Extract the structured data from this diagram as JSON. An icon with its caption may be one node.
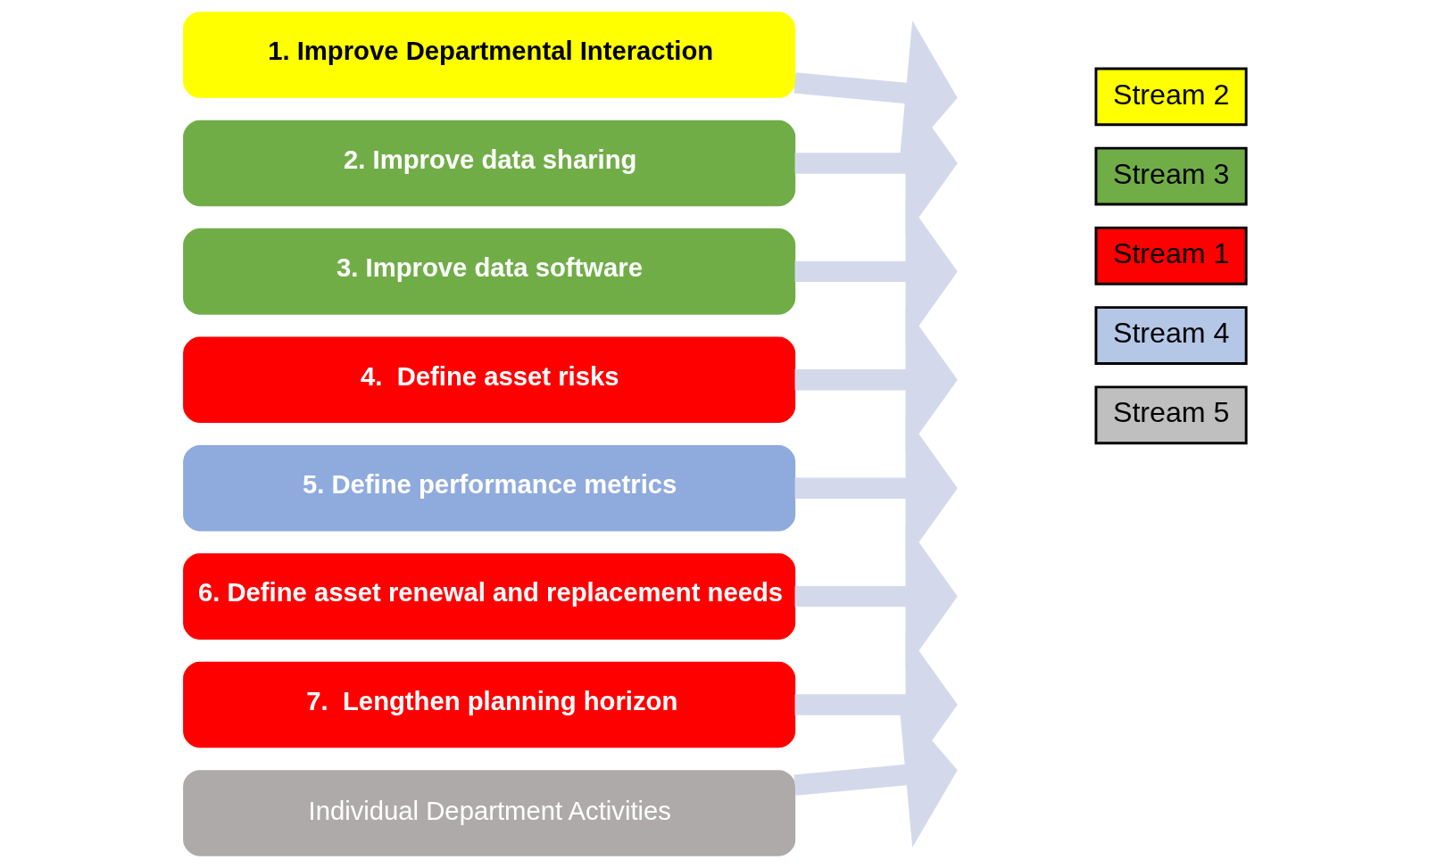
{
  "diagram": {
    "nodes": [
      {
        "text": [
          "1. Improve Departmental Interaction"
        ]
      },
      {
        "text": [
          "2. Improve data sharing"
        ]
      },
      {
        "text": [
          "3. Improve data software"
        ]
      },
      {
        "text": [
          "4.  Define asset risks"
        ]
      },
      {
        "text": [
          "5. Define performance metrics"
        ]
      },
      {
        "text": [
          "6. Define asset renewal and replacement needs"
        ]
      },
      {
        "text": [
          "7.  Lengthen planning horizon"
        ]
      },
      {
        "text": [
          "Individual Department Activities"
        ]
      },
      {
        "text": [
          "Stream 2"
        ]
      },
      {
        "text": [
          "Stream 3"
        ]
      },
      {
        "text": [
          "Stream 1"
        ]
      },
      {
        "text": [
          "Stream 4"
        ]
      },
      {
        "text": [
          "Stream 5"
        ]
      }
    ],
    "edges": [
      {
        "from": 0,
        "to": null,
        "arrow": "to"
      },
      {
        "from": 1,
        "to": null,
        "arrow": "to"
      },
      {
        "from": 2,
        "to": null,
        "arrow": "to"
      },
      {
        "from": 3,
        "to": null,
        "arrow": "to"
      },
      {
        "from": 4,
        "to": null,
        "arrow": "to"
      },
      {
        "from": 5,
        "to": null,
        "arrow": "to"
      },
      {
        "from": 6,
        "to": null,
        "arrow": "to"
      },
      {
        "from": 7,
        "to": null,
        "arrow": "to"
      }
    ]
  }
}
